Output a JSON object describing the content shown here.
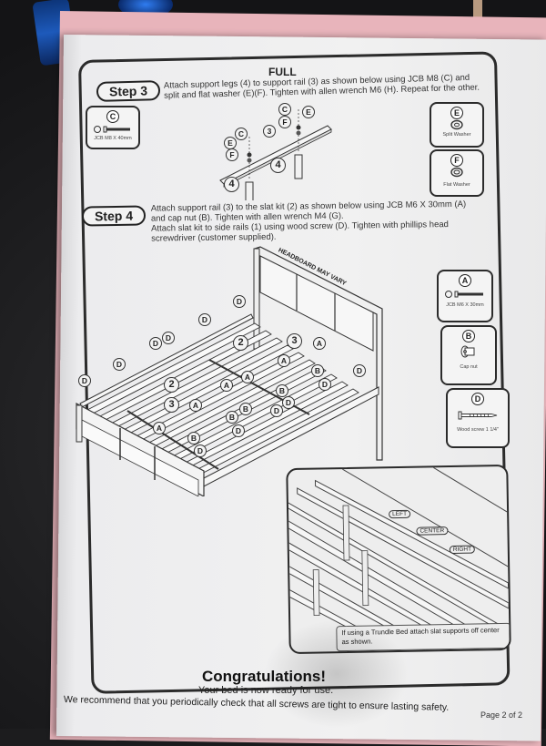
{
  "document": {
    "title": "FULL",
    "page": "Page 2 of 2",
    "accent_colors": {
      "paper": "#f0f0f0",
      "ink": "#222222",
      "pink_backing": "#e8b4bb",
      "background": "#1c1c1e"
    }
  },
  "step3": {
    "label": "Step 3",
    "text_line1": "Attach support legs (4) to support rail (3) as shown below using JCB M8 (C) and",
    "text_line2": "split and flat washer (E)(F). Tighten with allen wrench M6 (H). Repeat for the other.",
    "parts": [
      {
        "letter": "C",
        "caption": "JCB M8 X 40mm",
        "icon": "bolt-icon"
      },
      {
        "letter": "E",
        "caption": "Split Washer",
        "icon": "split-washer-icon"
      },
      {
        "letter": "F",
        "caption": "Flat Washer",
        "icon": "flat-washer-icon"
      }
    ],
    "diagram_callouts": [
      "C",
      "E",
      "F",
      "3",
      "C",
      "E",
      "F",
      "4",
      "4"
    ]
  },
  "step4": {
    "label": "Step 4",
    "text_line1": "Attach support rail (3) to the slat kit (2) as shown below using JCB M6 X 30mm (A)",
    "text_line2": "and cap nut (B). Tighten with allen wrench M4 (G).",
    "text_line3": "Attach slat kit to side rails (1) using wood screw (D). Tighten with phillips head",
    "text_line4": "screwdriver (customer supplied).",
    "parts": [
      {
        "letter": "A",
        "caption": "JCB M6 X 30mm",
        "icon": "bolt-icon"
      },
      {
        "letter": "B",
        "caption": "Cap nut",
        "icon": "cap-nut-icon"
      },
      {
        "letter": "D",
        "caption": "Wood screw 1 1/4\"",
        "icon": "wood-screw-icon"
      }
    ],
    "headboard_note": "HEADBOARD MAY VARY",
    "diagram_callouts": [
      "D",
      "D",
      "D",
      "D",
      "D",
      "D",
      "D",
      "2",
      "3",
      "A",
      "A",
      "B",
      "D",
      "A",
      "A",
      "B",
      "B",
      "D",
      "D",
      "2",
      "3",
      "A",
      "A",
      "B",
      "B",
      "D",
      "D"
    ]
  },
  "trundle": {
    "tags": [
      "LEFT",
      "CENTER",
      "RIGHT"
    ],
    "note": "If using a Trundle Bed attach slat supports off center as shown."
  },
  "footer": {
    "congrats": "Congratulations!",
    "ready": "Your bed is now ready for use.",
    "recommend": "We recommend that you periodically check that all screws are tight to ensure lasting safety."
  }
}
